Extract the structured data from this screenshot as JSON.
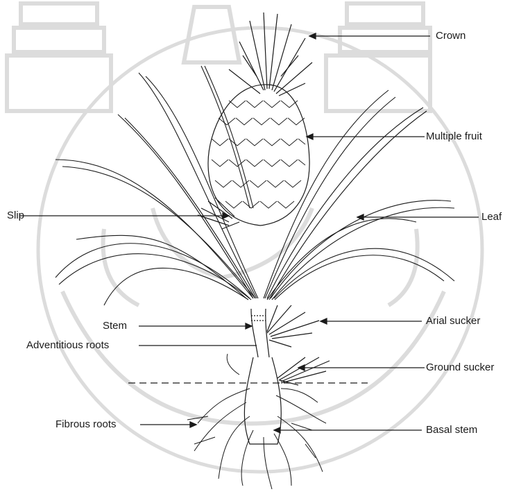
{
  "diagram": {
    "labels": {
      "crown": "Crown",
      "multiple_fruit": "Multiple fruit",
      "leaf": "Leaf",
      "slip": "Slip",
      "stem": "Stem",
      "adventitious_roots": "Adventitious roots",
      "arial_sucker": "Arial sucker",
      "ground_sucker": "Ground sucker",
      "fibrous_roots": "Fibrous roots",
      "basal_stem": "Basal stem"
    },
    "colors": {
      "ink": "#1a1a1a",
      "watermark": "#d9d9d9"
    }
  }
}
